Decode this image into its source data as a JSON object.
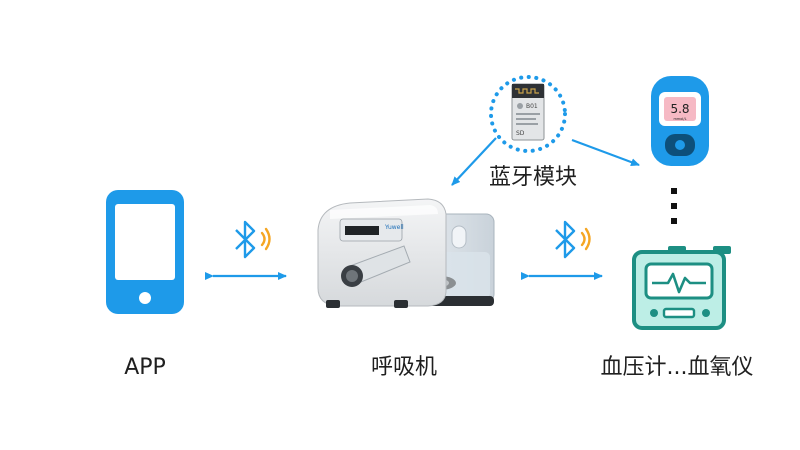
{
  "labels": {
    "app": "APP",
    "ventilator": "呼吸机",
    "bluetooth_module": "蓝牙模块",
    "devices": "血压计...血氧仪"
  },
  "module_text": {
    "title": "B01",
    "code": "SD"
  },
  "glucose_meter": {
    "reading": "5.8",
    "unit": "mmol/L"
  },
  "ventilator_text": {
    "brand": "Yuwell"
  },
  "icons": {
    "phone": "smartphone-icon",
    "bluetooth": "bluetooth-icon",
    "module": "bluetooth-module-icon",
    "glucose": "glucose-meter-icon",
    "monitor": "vital-signs-monitor-icon",
    "ventilator": "ventilator-image"
  },
  "colors": {
    "blue": "#1e9ae9",
    "teal_dark": "#1d8f83",
    "teal_light": "#bdeee6",
    "text": "#1f1f1f"
  }
}
